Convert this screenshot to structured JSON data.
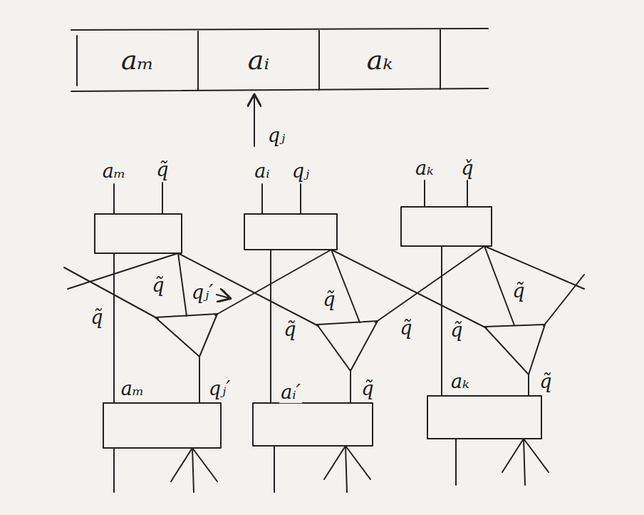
{
  "diagram": {
    "nodes": [
      {
        "text": [
          "aₘ"
        ]
      },
      {
        "text": [
          "aᵢ"
        ]
      },
      {
        "text": [
          "aₖ"
        ]
      }
    ],
    "labels": [
      "qⱼ",
      "aₘ",
      "q̃",
      "aᵢ",
      "qⱼ",
      "aₖ",
      "q̌",
      "q̃",
      "qⱼ′",
      "q̃",
      "q̃",
      "q̃",
      "q̃",
      "q̃",
      "q̃",
      "aₘ",
      "qⱼ′",
      "aᵢ′",
      "q̃",
      "aₖ",
      "q̃"
    ]
  }
}
